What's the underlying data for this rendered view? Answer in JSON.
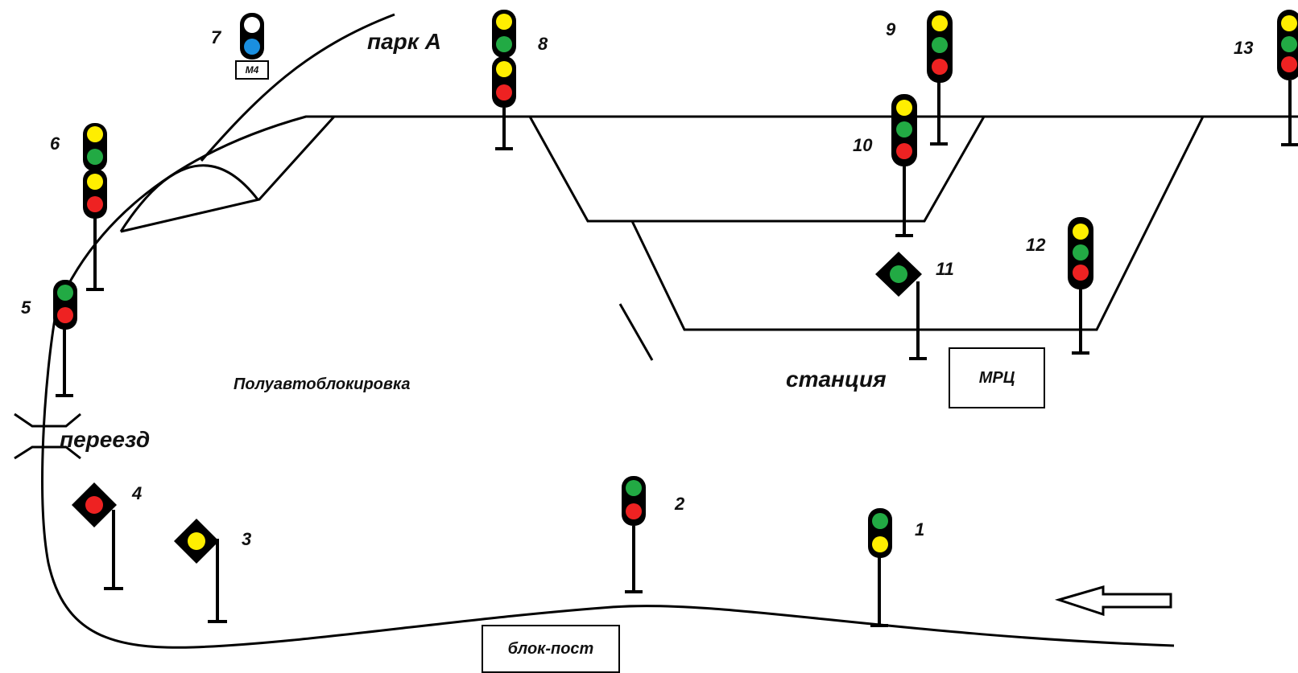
{
  "labels": {
    "park": "парк А",
    "station": "станция",
    "semi_auto": "Полуавтоблокировка",
    "crossing": "переезд",
    "block_post": "блок-пост",
    "mrc": "МРЦ",
    "m4": "М4"
  },
  "signals": [
    {
      "number": "1",
      "type": "mast",
      "lamps": [
        "green",
        "yellow"
      ]
    },
    {
      "number": "2",
      "type": "mast",
      "lamps": [
        "green",
        "red"
      ]
    },
    {
      "number": "3",
      "type": "diamond",
      "lamps": [
        "yellow"
      ]
    },
    {
      "number": "4",
      "type": "diamond",
      "lamps": [
        "red"
      ]
    },
    {
      "number": "5",
      "type": "mast",
      "lamps": [
        "green",
        "red"
      ]
    },
    {
      "number": "6",
      "type": "mast",
      "lamps": [
        "yellow",
        "green",
        "yellow",
        "red"
      ]
    },
    {
      "number": "7",
      "type": "shunting",
      "lamps": [
        "white",
        "blue"
      ]
    },
    {
      "number": "8",
      "type": "mast",
      "lamps": [
        "yellow",
        "green",
        "yellow",
        "red"
      ]
    },
    {
      "number": "9",
      "type": "mast",
      "lamps": [
        "yellow",
        "green",
        "red"
      ]
    },
    {
      "number": "10",
      "type": "mast",
      "lamps": [
        "yellow",
        "green",
        "red"
      ]
    },
    {
      "number": "11",
      "type": "diamond",
      "lamps": [
        "green"
      ]
    },
    {
      "number": "12",
      "type": "mast",
      "lamps": [
        "yellow",
        "green",
        "red"
      ]
    },
    {
      "number": "13",
      "type": "mast",
      "lamps": [
        "yellow",
        "green",
        "red"
      ]
    }
  ],
  "colors": {
    "yellow": "#ffee00",
    "green": "#22aa44",
    "red": "#ee2222",
    "blue": "#1a8fe0",
    "white": "#ffffff",
    "line": "#000000"
  }
}
